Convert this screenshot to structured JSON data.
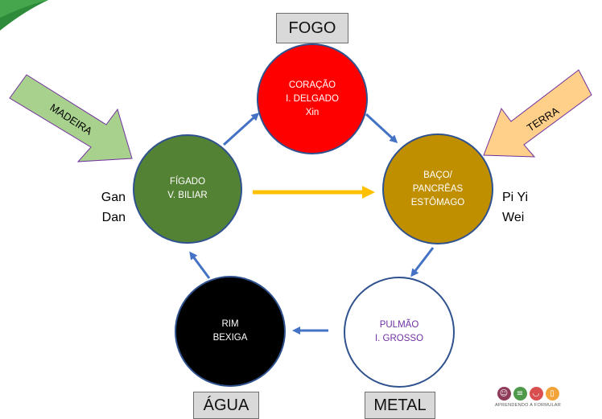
{
  "elements": {
    "fire": {
      "name": "FOGO",
      "organs": [
        "CORAÇÃO",
        "I. DELGADO",
        "Xin"
      ],
      "color": "#ff0000"
    },
    "earth": {
      "name": "TERRA",
      "organs": [
        "BAÇO/",
        "PANCRÊAS",
        "ESTÔMAGO"
      ],
      "pinyin": [
        "Pi Yi",
        "Wei"
      ],
      "color": "#bf8f00"
    },
    "metal": {
      "name": "METAL",
      "organs": [
        "PULMÃO",
        "I. GROSSO"
      ],
      "color": "#ffffff",
      "text_color": "#7030a0"
    },
    "water": {
      "name": "ÁGUA",
      "organs": [
        "RIM",
        "BEXIGA"
      ],
      "color": "#000000"
    },
    "wood": {
      "name": "MADEIRA",
      "organs": [
        "FÍGADO",
        "V. BILIAR"
      ],
      "pinyin": [
        "Gan",
        "Dan"
      ],
      "color": "#548235"
    }
  },
  "colors": {
    "cycle_arrow": "#4472c4",
    "control_arrow": "#ffc000",
    "wood_arrow_fill": "#a9d18e",
    "wood_arrow_stroke": "#7030a0",
    "earth_arrow_fill": "#ffd08a",
    "earth_arrow_stroke": "#7030a0",
    "label_box": "#d9d9d9",
    "corner_green": "#2e8b3a"
  },
  "logo": {
    "text": "APRENDENDO A FORMULAR",
    "icons": [
      "person-icon",
      "document-icon",
      "bowl-icon",
      "bottle-icon"
    ],
    "icon_colors": [
      "#8e3b5a",
      "#4f9a4a",
      "#d94f4f",
      "#f2a33a"
    ]
  }
}
